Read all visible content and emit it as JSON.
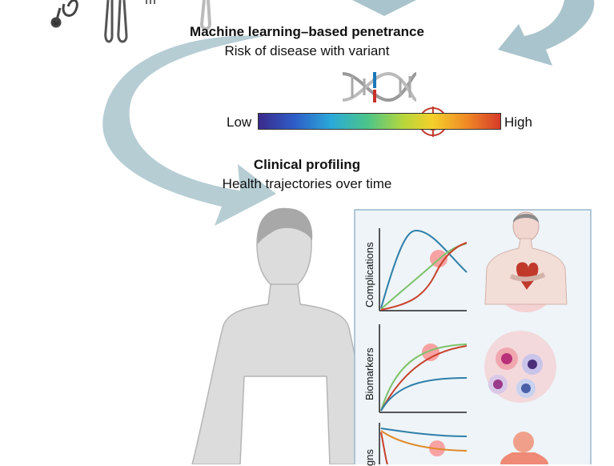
{
  "penetrance": {
    "title": "Machine learning–based penetrance",
    "subtitle": "Risk of disease with variant",
    "scale_low": "Low",
    "scale_high": "High",
    "marker_value": 0.72
  },
  "profiling": {
    "title": "Clinical profiling",
    "subtitle": "Health trajectories over time"
  },
  "panels": {
    "complications_label": "Complications",
    "biomarkers_label": "Biomarkers",
    "signs_label": "gns"
  },
  "colors": {
    "arrow": "#a9c4cc",
    "panel_bg": "#eef4f8",
    "panel_border": "#9ab7cc",
    "curve_blue": "#2f7fa8",
    "curve_green": "#7cc26a",
    "curve_red": "#c8402a",
    "curve_orange": "#e08a2a",
    "body": "#d9d9d9"
  }
}
